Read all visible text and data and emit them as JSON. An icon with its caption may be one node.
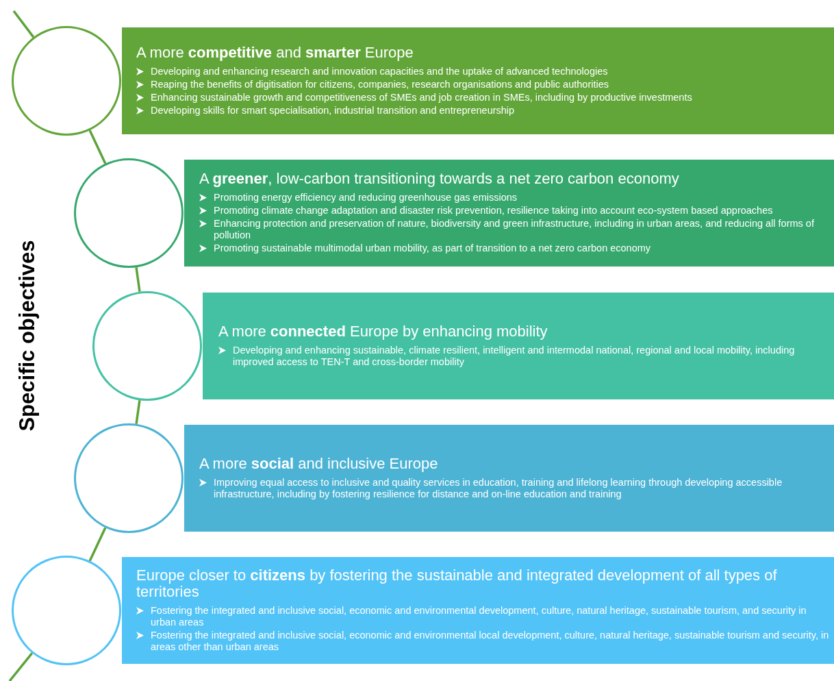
{
  "diagram": {
    "nodes": [
      {
        "text": [],
        "shape": "circle"
      },
      {
        "text": [
          "A more **competitive** and **smarter** Europe",
          "Developing and enhancing research and innovation capacities and the uptake of advanced technologies",
          "Reaping the benefits of digitisation for citizens, companies, research organisations and public authorities",
          "Enhancing sustainable growth and competitiveness of SMEs and job creation in SMEs, including by productive investments",
          "Developing skills for smart specialisation, industrial transition and entrepreneurship"
        ]
      },
      {
        "text": [],
        "shape": "circle"
      },
      {
        "text": [
          "A **greener**, low-carbon transitioning towards a net zero carbon economy",
          "Promoting energy efficiency and reducing greenhouse gas emissions",
          "Promoting climate change adaptation and disaster risk prevention, resilience taking into account eco-system based approaches",
          "Enhancing protection and preservation of nature, biodiversity and green infrastructure, including in urban areas, and reducing all forms of pollution",
          "Promoting sustainable multimodal urban mobility, as part of transition to a net zero carbon economy"
        ]
      },
      {
        "text": [],
        "shape": "circle"
      },
      {
        "text": [
          "A more **connected** Europe by enhancing mobility",
          "Developing and enhancing sustainable, climate resilient, intelligent and intermodal national, regional and local mobility, including improved access to TEN-T and cross-border mobility"
        ]
      },
      {
        "text": [],
        "shape": "circle"
      },
      {
        "text": [
          "A more **social** and inclusive Europe",
          "Improving equal access to inclusive and quality services in education, training and lifelong learning through developing accessible infrastructure, including by fostering resilience for distance and on-line education and training"
        ]
      },
      {
        "text": [],
        "shape": "circle"
      },
      {
        "text": [
          "Europe closer to **citizens** by fostering the sustainable and integrated development of all types of territories",
          "Fostering the integrated and inclusive social, economic and environmental development, culture, natural heritage, sustainable tourism, and security in urban areas",
          "Fostering the integrated and inclusive social, economic and environmental local development, culture, natural heritage, sustainable tourism and security, in areas other than urban areas"
        ]
      }
    ],
    "edges": [
      {
        "from": null,
        "to": 0,
        "arrow": "none"
      },
      {
        "from": 0,
        "to": 2,
        "arrow": "none"
      },
      {
        "from": 2,
        "to": 4,
        "arrow": "none"
      },
      {
        "from": 4,
        "to": 6,
        "arrow": "none"
      },
      {
        "from": 6,
        "to": 8,
        "arrow": "none"
      },
      {
        "from": 8,
        "to": null,
        "arrow": "none"
      }
    ],
    "labels": [
      "Specific objectives"
    ]
  }
}
